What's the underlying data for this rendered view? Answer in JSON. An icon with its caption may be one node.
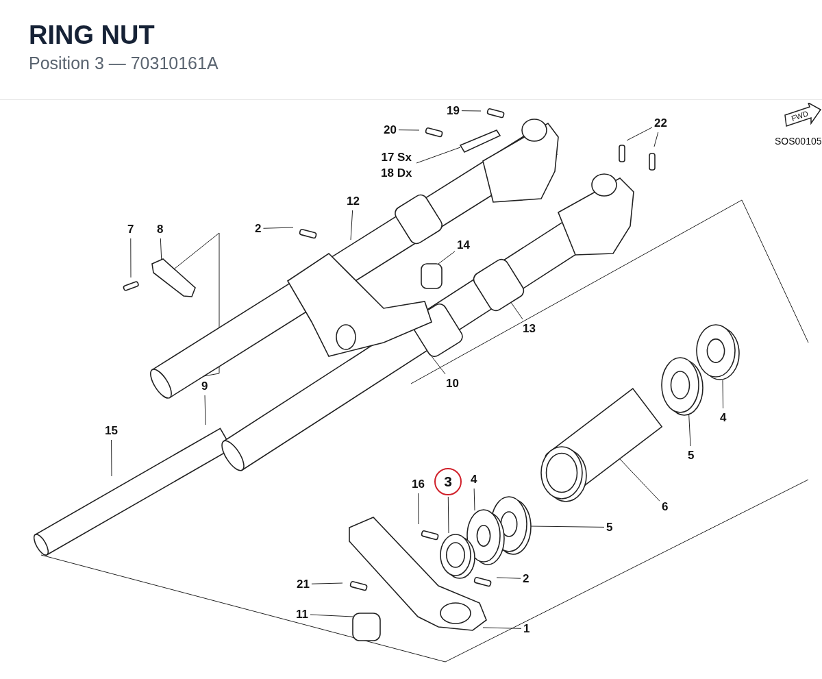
{
  "diagram": {
    "title": "RING NUT",
    "caption": "Position 3 — 70310161A",
    "nodes": [
      {
        "text": [
          "19"
        ]
      },
      {
        "text": [
          "20"
        ]
      },
      {
        "text": [
          "17 Sx",
          "18 Dx"
        ]
      },
      {
        "text": [
          "22"
        ]
      },
      {
        "text": [
          "12"
        ]
      },
      {
        "text": [
          "7"
        ]
      },
      {
        "text": [
          "8"
        ]
      },
      {
        "text": [
          "2"
        ]
      },
      {
        "text": [
          "14"
        ]
      },
      {
        "text": [
          "13"
        ]
      },
      {
        "text": [
          "10"
        ]
      },
      {
        "text": [
          "9"
        ]
      },
      {
        "text": [
          "4"
        ]
      },
      {
        "text": [
          "15"
        ]
      },
      {
        "text": [
          "5"
        ]
      },
      {
        "text": [
          "16"
        ]
      },
      {
        "text": [
          "3"
        ]
      },
      {
        "text": [
          "4"
        ]
      },
      {
        "text": [
          "6"
        ]
      },
      {
        "text": [
          "5"
        ]
      },
      {
        "text": [
          "2"
        ]
      },
      {
        "text": [
          "21"
        ]
      },
      {
        "text": [
          "11"
        ]
      },
      {
        "text": [
          "1"
        ]
      }
    ],
    "edges": [
      {
        "from": 0,
        "to": null,
        "arrow": "none"
      },
      {
        "from": 1,
        "to": null,
        "arrow": "none"
      },
      {
        "from": 2,
        "to": null,
        "arrow": "none"
      },
      {
        "from": 3,
        "to": null,
        "arrow": "none"
      },
      {
        "from": 3,
        "to": null,
        "arrow": "none"
      },
      {
        "from": 4,
        "to": null,
        "arrow": "none"
      },
      {
        "from": 5,
        "to": null,
        "arrow": "none"
      },
      {
        "from": 6,
        "to": null,
        "arrow": "none"
      },
      {
        "from": 7,
        "to": null,
        "arrow": "none"
      },
      {
        "from": 8,
        "to": null,
        "arrow": "none"
      },
      {
        "from": 9,
        "to": null,
        "arrow": "none"
      },
      {
        "from": 10,
        "to": null,
        "arrow": "none"
      },
      {
        "from": 11,
        "to": null,
        "arrow": "none"
      },
      {
        "from": 12,
        "to": null,
        "arrow": "none"
      },
      {
        "from": 13,
        "to": null,
        "arrow": "none"
      },
      {
        "from": 14,
        "to": null,
        "arrow": "none"
      },
      {
        "from": 15,
        "to": null,
        "arrow": "none"
      },
      {
        "from": 16,
        "to": null,
        "arrow": "none"
      },
      {
        "from": 17,
        "to": null,
        "arrow": "none"
      },
      {
        "from": 18,
        "to": null,
        "arrow": "none"
      },
      {
        "from": 19,
        "to": null,
        "arrow": "none"
      },
      {
        "from": 20,
        "to": null,
        "arrow": "none"
      },
      {
        "from": 21,
        "to": null,
        "arrow": "none"
      },
      {
        "from": 22,
        "to": null,
        "arrow": "none"
      },
      {
        "from": 23,
        "to": null,
        "arrow": "none"
      }
    ],
    "labels": [
      "FWD",
      "SOS00105"
    ]
  }
}
